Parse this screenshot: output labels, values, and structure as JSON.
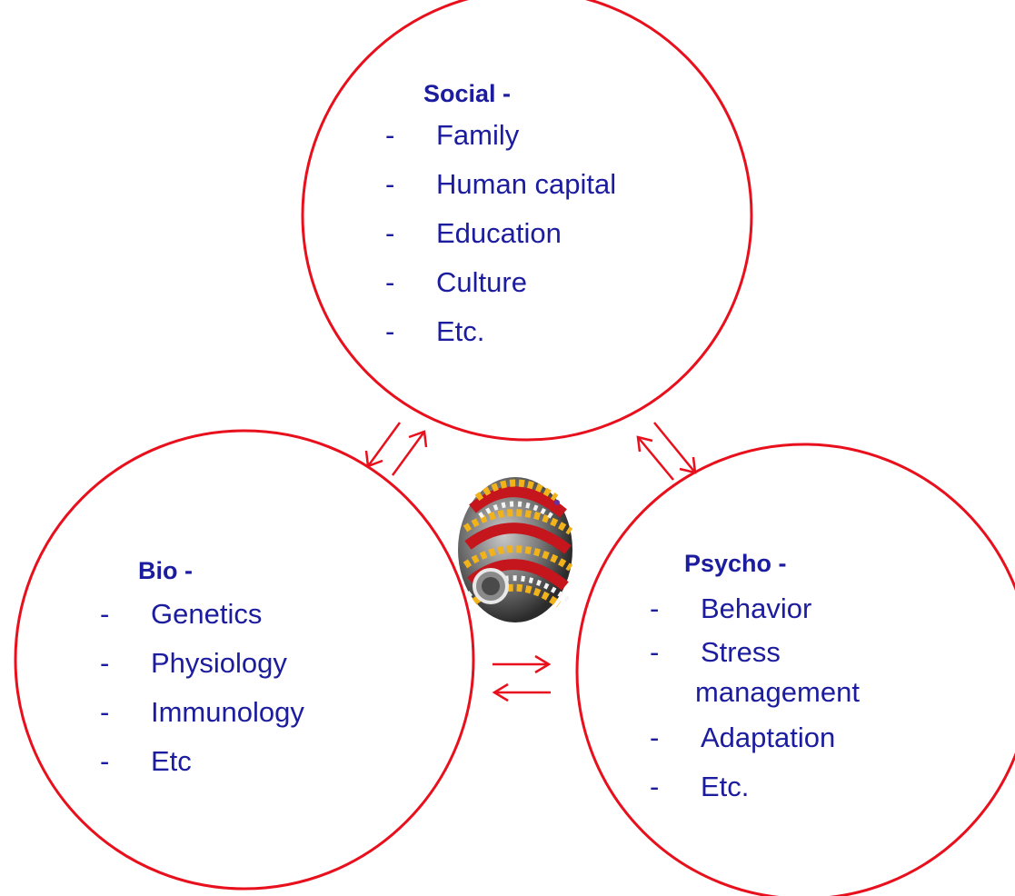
{
  "diagram": {
    "accent_color": "#e8101c",
    "text_color": "#1c1c9e",
    "center_image_icon": "nanoparticle-sphere-icon",
    "social": {
      "title": "Social -",
      "items": [
        "Family",
        "Human capital",
        "Education",
        "Culture",
        "Etc."
      ]
    },
    "bio": {
      "title": "Bio -",
      "items": [
        "Genetics",
        "Physiology",
        "Immunology",
        "Etc"
      ]
    },
    "psycho": {
      "title": "Psycho -",
      "items": [
        "Behavior",
        "Stress",
        "management",
        "Adaptation",
        "Etc."
      ]
    },
    "list_marker": "-"
  }
}
